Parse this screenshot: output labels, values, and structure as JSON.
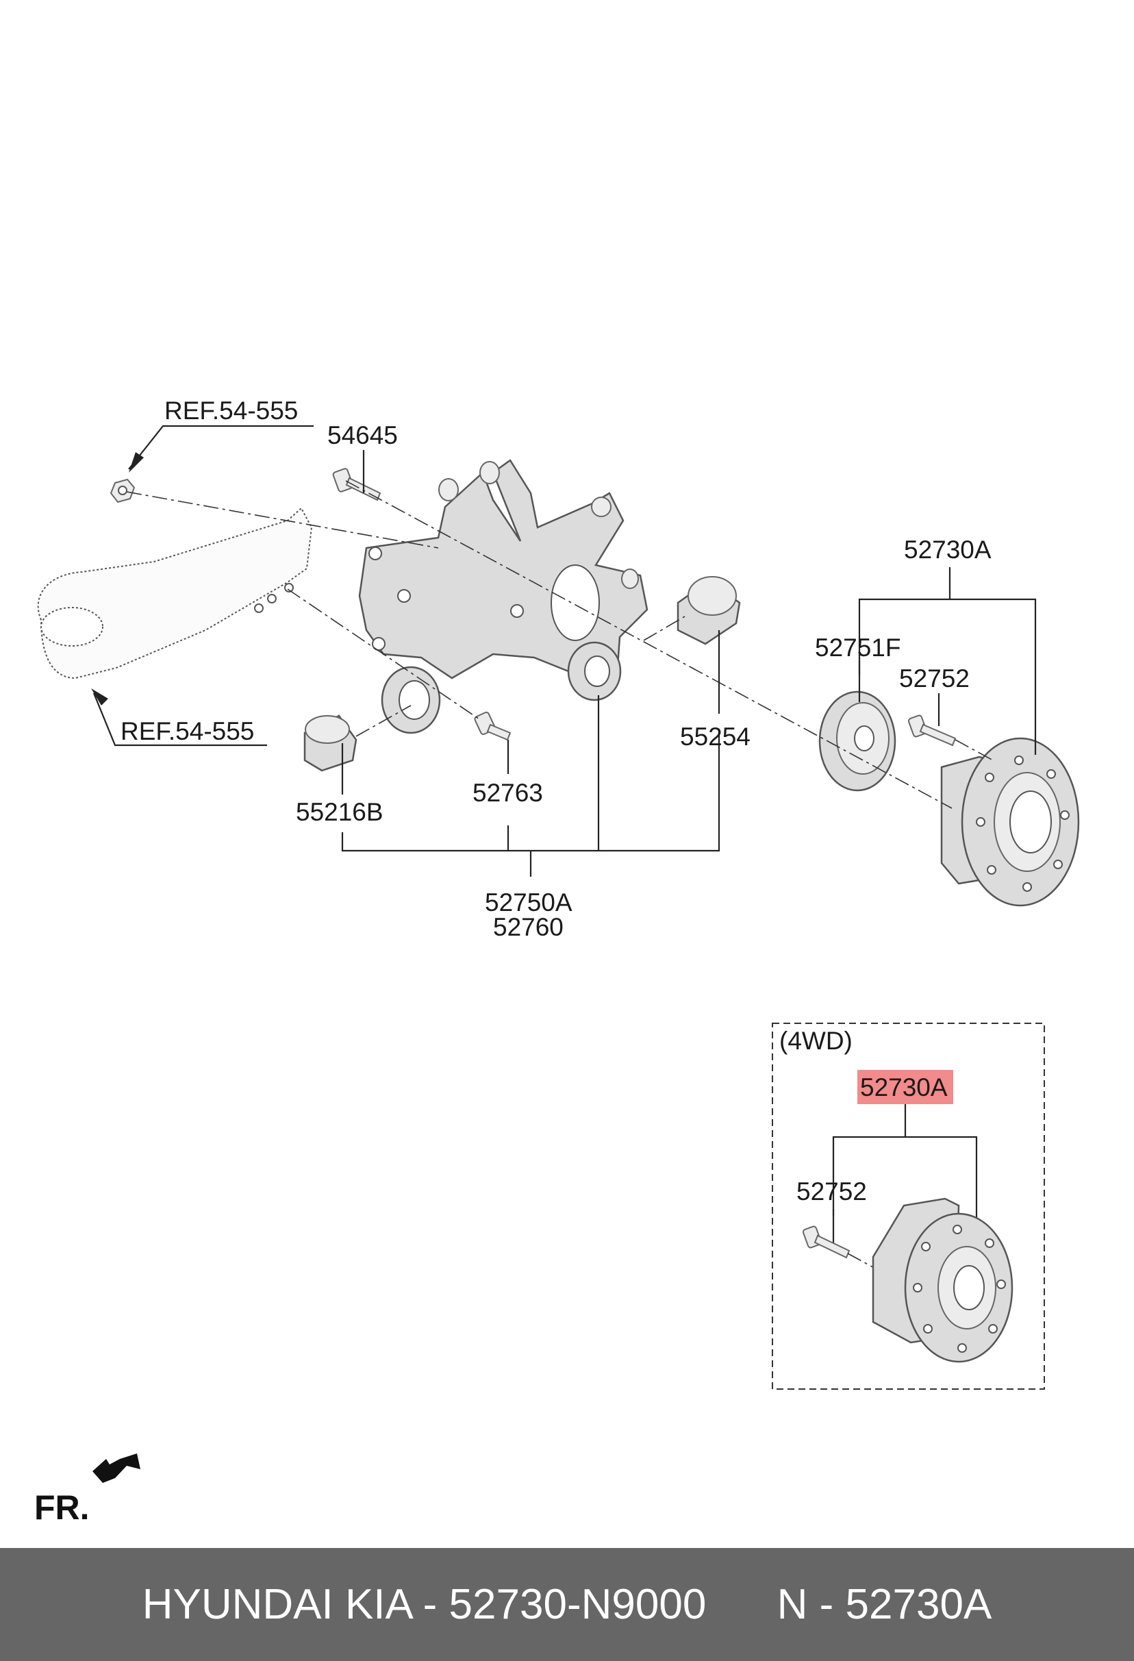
{
  "labels": {
    "ref_top": "REF.54-555",
    "ref_bottom": "REF.54-555",
    "p54645": "54645",
    "p52730A_top": "52730A",
    "p52751F": "52751F",
    "p52752_top": "52752",
    "p55254": "55254",
    "p55216B": "55216B",
    "p52763": "52763",
    "p52750A": "52750A",
    "p52760": "52760",
    "inset_title": "(4WD)",
    "p52730A_inset": "52730A",
    "p52752_inset": "52752",
    "front": "FR."
  },
  "highlight_color": "#f28b8b",
  "footer": {
    "left": "HYUNDAI KIA - 52730-N9000",
    "right": "N - 52730A"
  }
}
